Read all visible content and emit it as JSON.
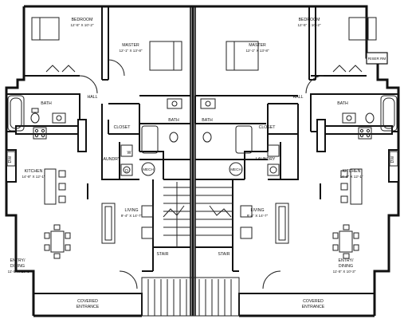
{
  "colors": {
    "wall": "#111111",
    "line": "#222222",
    "background": "#ffffff"
  },
  "rooms": {
    "left": {
      "bedroom": "BEDROOM",
      "bedroom_dims": "12'-5\" X 10'-2\"",
      "master": "MASTER",
      "master_dims": "12'-1\" X 13'-8\"",
      "hall": "HALL",
      "bath": "BATH",
      "closet": "CLOSET",
      "master_bath": "BATH",
      "dw": "DW",
      "w": "W",
      "d": "D",
      "laundry": "LAUNDRY",
      "mech": "MECH",
      "kitchen": "KITCHEN",
      "kitchen_dims": "14'-8\" X 12'-1\"",
      "living": "LIVING",
      "living_dims": "9'-4\" X 14'-7\"",
      "stair": "STAIR",
      "entry_dining_1": "ENTRY/",
      "entry_dining_2": "DINING",
      "entry_dims": "11'-5\" X 10'-3\"",
      "covered_1": "COVERED",
      "covered_2": "ENTRANCE"
    },
    "right": {
      "bedroom": "BEDROOM",
      "bedroom_dims": "12'-5\" X 10'-2\"",
      "master": "MASTER",
      "master_dims": "12'-1\" X 13'-8\"",
      "riser": "RISER RM",
      "hall": "HALL",
      "bath": "BATH",
      "closet": "CLOSET",
      "master_bath": "BATH",
      "dw": "DW",
      "laundry": "LAUNDRY",
      "mech": "MECH",
      "kitchen": "KITCHEN",
      "kitchen_dims": "14'-8\" X 12'-1\"",
      "living": "LIVING",
      "living_dims": "9'-4\" X 14'-7\"",
      "stair": "STAIR",
      "entry_dining_1": "ENTRY/",
      "entry_dining_2": "DINING",
      "entry_dims": "11'-5\" X 10'-3\"",
      "covered_1": "COVERED",
      "covered_2": "ENTRANCE"
    }
  }
}
